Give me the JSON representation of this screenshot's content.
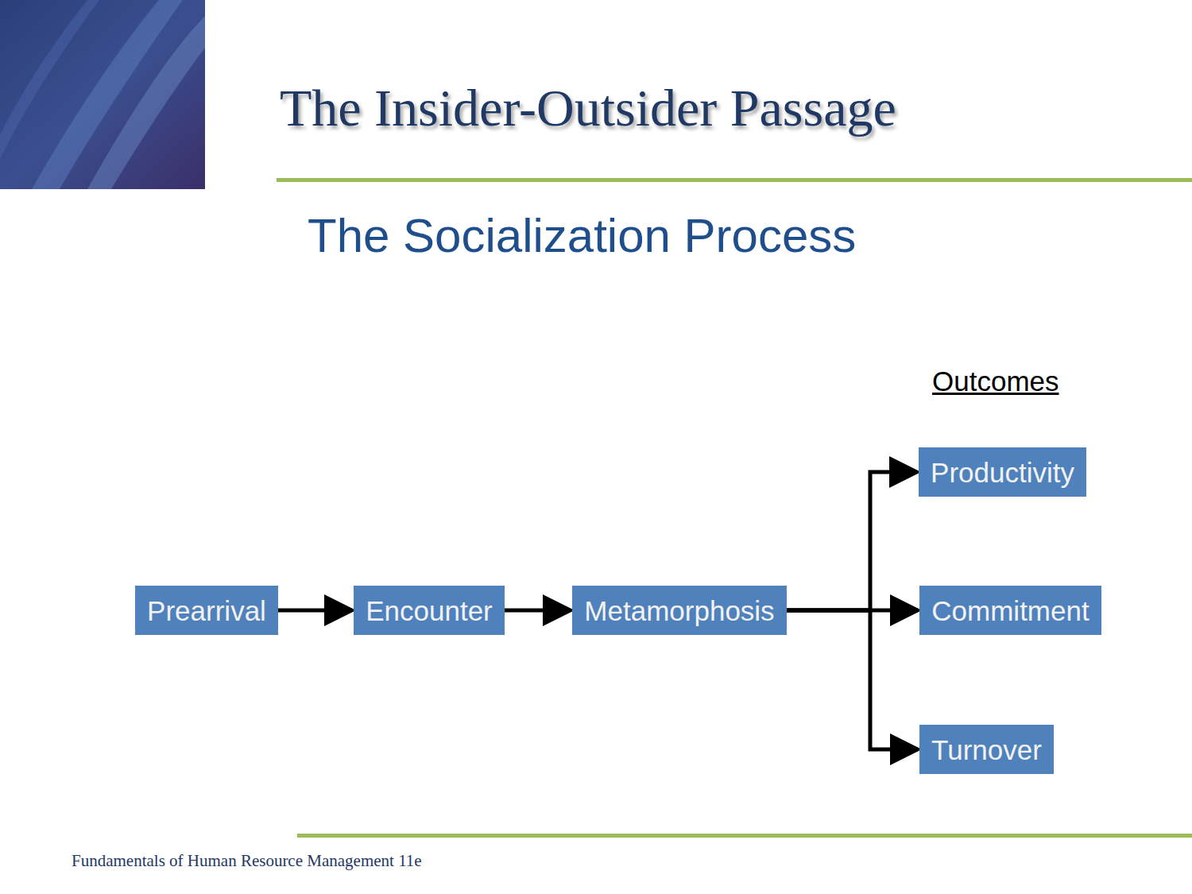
{
  "diagram": {
    "title": "The Insider-Outsider Passage",
    "nodes": [
      {
        "text": [
          "Prearrival"
        ]
      },
      {
        "text": [
          "Encounter"
        ]
      },
      {
        "text": [
          "Metamorphosis"
        ]
      },
      {
        "text": [
          "Productivity"
        ]
      },
      {
        "text": [
          "Commitment"
        ]
      },
      {
        "text": [
          "Turnover"
        ]
      }
    ],
    "edges": [
      {
        "from": 0,
        "to": 1,
        "arrow": "to"
      },
      {
        "from": 1,
        "to": 2,
        "arrow": "to"
      },
      {
        "from": 2,
        "to": 3,
        "arrow": "to"
      },
      {
        "from": 2,
        "to": 4,
        "arrow": "to"
      },
      {
        "from": 2,
        "to": 5,
        "arrow": "to"
      }
    ],
    "labels": [
      "The Socialization Process",
      "Outcomes",
      "Fundamentals of Human Resource Management 11e"
    ]
  }
}
